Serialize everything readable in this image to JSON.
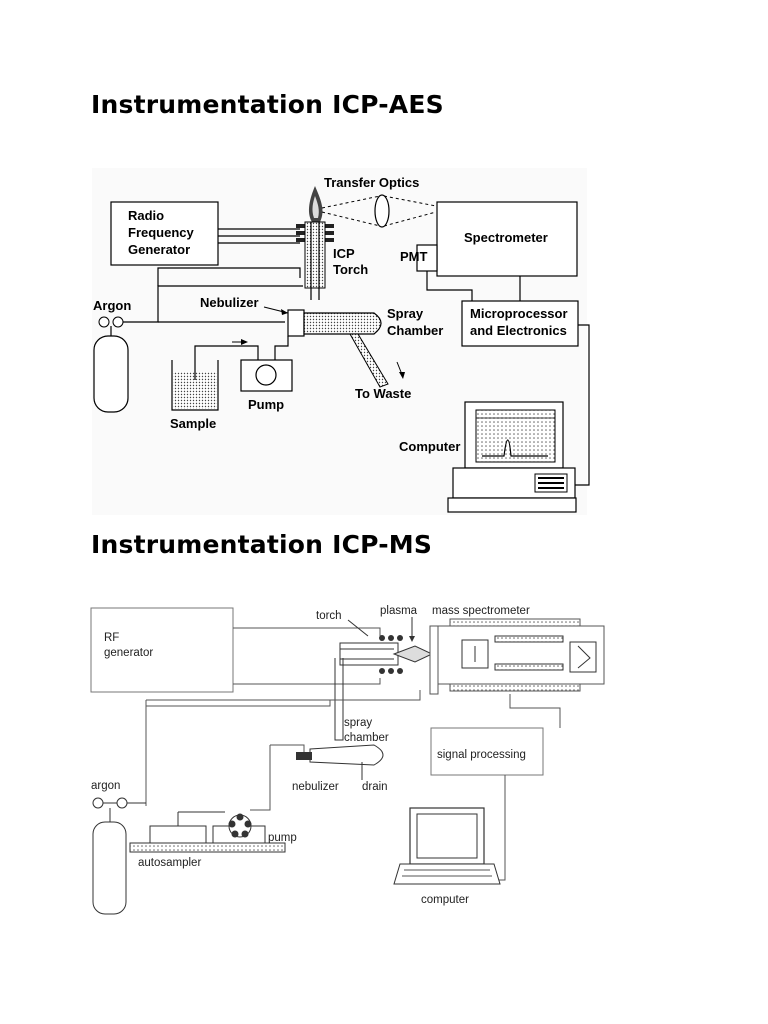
{
  "headings": {
    "aes": "Instrumentation ICP-AES",
    "ms": "Instrumentation ICP-MS"
  },
  "aes_diagram": {
    "transfer_optics": "Transfer Optics",
    "rf_line1": "Radio",
    "rf_line2": "Frequency",
    "rf_line3": "Generator",
    "spectrometer": "Spectrometer",
    "icp": "ICP",
    "torch": "Torch",
    "pmt": "PMT",
    "argon": "Argon",
    "nebulizer": "Nebulizer",
    "spray": "Spray",
    "chamber": "Chamber",
    "micro_line1": "Microprocessor",
    "micro_line2": "and Electronics",
    "pump": "Pump",
    "to_waste": "To Waste",
    "sample": "Sample",
    "computer": "Computer"
  },
  "ms_diagram": {
    "rf_line1": "RF",
    "rf_line2": "generator",
    "torch": "torch",
    "plasma": "plasma",
    "mass_spec": "mass spectrometer",
    "spray": "spray",
    "chamber": "chamber",
    "signal_processing": "signal processing",
    "argon": "argon",
    "nebulizer": "nebulizer",
    "drain": "drain",
    "pump": "pump",
    "autosampler": "autosampler",
    "computer": "computer"
  }
}
